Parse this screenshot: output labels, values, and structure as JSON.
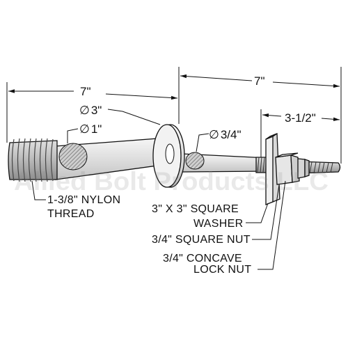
{
  "dimensions": {
    "overall_left": "7\"",
    "overall_right": "7\"",
    "threaded_end": "3-1/2\"",
    "washer_diameter": "3\"",
    "shaft_diameter": "1\"",
    "small_diameter": "3/4\""
  },
  "diameter_symbol": "∅",
  "labels": {
    "nylon_thread_line1": "1-3/8\" NYLON",
    "nylon_thread_line2": "THREAD",
    "washer_line1": "3\" X 3\" SQUARE",
    "washer_line2": "WASHER",
    "square_nut": "3/4\" SQUARE NUT",
    "lock_nut_line1": "3/4\" CONCAVE",
    "lock_nut_line2": "LOCK NUT"
  },
  "watermark": "Allied Bolt Products LLC",
  "colors": {
    "line": "#111111",
    "hatch": "#777777",
    "part_fill": "#e8e8e8",
    "watermark": "#8a8a8a"
  }
}
